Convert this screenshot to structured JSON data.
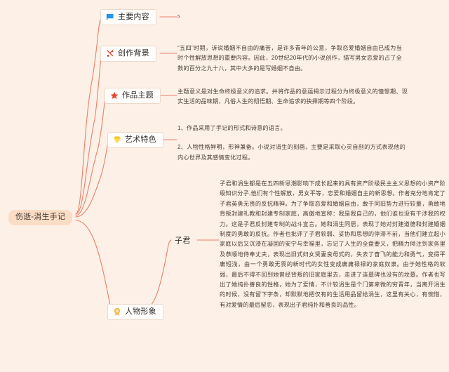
{
  "diagram": {
    "type": "mind-map",
    "title": "伤逝-涓生手记",
    "background_color": "#fdf0e6",
    "link_color": "#e8806a",
    "root": {
      "label": "伤逝-涓生手记",
      "fill": "#fbdcc4"
    },
    "branches": [
      {
        "id": "main-content",
        "label": "主要内容",
        "icon": "blue-flag-icon",
        "icon_color": "#2196f3",
        "leaf": {
          "paragraphs": [
            "s"
          ]
        }
      },
      {
        "id": "creation-background",
        "label": "创作背景",
        "icon": "red-scissors-icon",
        "icon_color": "#e0492f",
        "leaf": {
          "paragraphs": [
            "“五四”时期，诉说婚姻不自由的痛苦，是许多青年的公意，争取恋爱婚姻自由已成为当时个性解放思想的重要内容。因此，20世纪20年代的小说创作，描写男女恋爱的占了全数的百分之九十八，其中大多的是写婚姻不自由。"
          ]
        }
      },
      {
        "id": "work-theme",
        "label": "作品主题",
        "icon": "red-star-icon",
        "icon_color": "#e8452c",
        "leaf": {
          "paragraphs": [
            "主题意义是对生命终极意义的追求。并将作品的意蕴揭示过程分为终极意义的憧憬期、现实生活的品味期、凡俗人生的彻悟期、生命追求的抉择期等四个阶段。"
          ]
        }
      },
      {
        "id": "artistic-features",
        "label": "艺术特色",
        "icon": "yellow-gem-icon",
        "icon_color": "#f5c518",
        "leaf": {
          "paragraphs": [
            "1、作品采用了手记的形式和诗意的语言。",
            "2、人物性格鲜明，形神兼备。小说对涓生的刻画，主要是采取心灵自剖的方式表现他的内心世界及其感情变化过程。"
          ]
        }
      },
      {
        "id": "character-image",
        "label": "人物形象",
        "icon": "yellow-medal-icon",
        "icon_color": "#f4b63f",
        "children": [
          {
            "id": "zijun",
            "label": "子君",
            "leaf": {
              "paragraphs": [
                "子君和涓生都是在五四新思潮影响下成长起来的具有资产阶级民主主义思想的小资产阶级知识分子,他们有个性解放，男女平等，恋爱和婚姻自主的新思想。作者充分地肯定了子君英勇无畏的反抗精神。为了争取恋爱和婚姻自由，敢于同旧势力进行较量，勇敢地背叛封建礼教和封建专制家庭，高傲地宣称：我是我自己的，他们谁也没有干涉我的权力。这是子君反封建专制的战斗宣言。她和涓生同居，表现了她对封建道德和封建婚姻制度的勇敢的反抗。作者也批评了子君软弱、妥协和思想的停滞不前，当他们建立起小家庭以后又沉浸在凝固的安宁与幸福里，忘记了人生的全盘要义，把精力倾注到家务里及恭顺地侍奉丈夫，表现出旧式妇女贤妻良母式的，失去了奋飞的能力和勇气，变得平庸短浅，由一个勇敢无畏的新时代的女性变成庸庸禄禄的家庭奴隶。由于她性格的软弱，最后不得不回到她曾经背叛的旧家庭里去，走进了连墓碑也没有的坟墓。作者也写出了她纯扑善良的性格，她为了爱情，不计较涓生是个门第卑微的穷青年，当离开涓生的时候，没有留下字条，却默默地把仅有的生活用品留给涓生，这里有关心，有惋惜，有对爱情的最后留恋，表现出子君纯扑和善良的品性。"
              ]
            }
          }
        ]
      }
    ]
  }
}
